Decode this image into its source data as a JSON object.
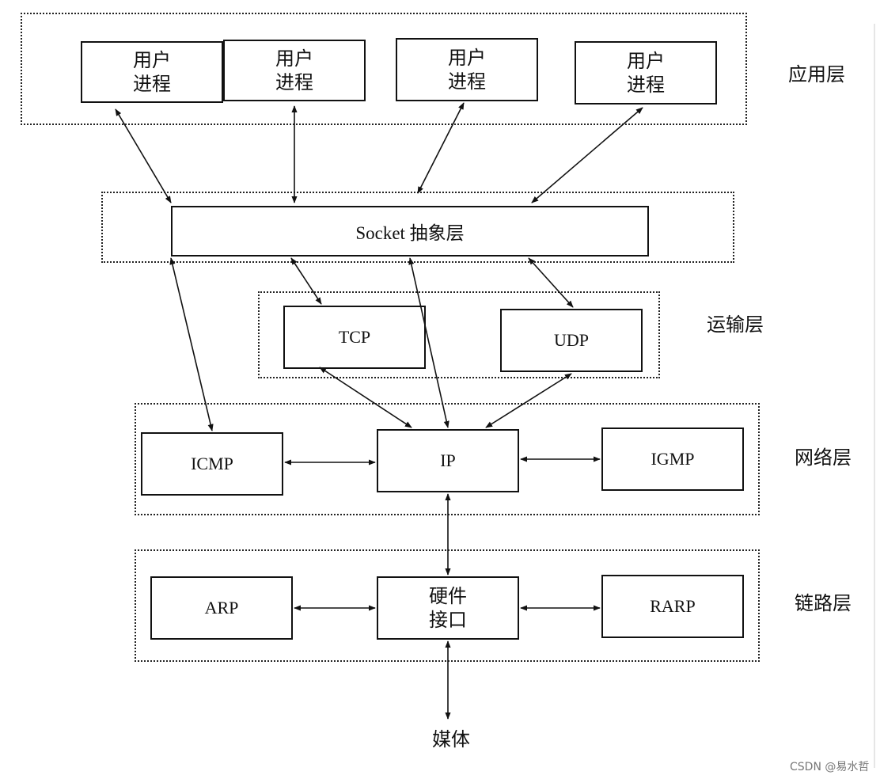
{
  "layers": {
    "application": "应用层",
    "transport": "运输层",
    "network": "网络层",
    "link": "链路层"
  },
  "app_processes": [
    {
      "line1": "用户",
      "line2": "进程"
    },
    {
      "line1": "用户",
      "line2": "进程"
    },
    {
      "line1": "用户",
      "line2": "进程"
    },
    {
      "line1": "用户",
      "line2": "进程"
    }
  ],
  "socket": "Socket 抽象层",
  "transport": {
    "tcp": "TCP",
    "udp": "UDP"
  },
  "network": {
    "icmp": "ICMP",
    "ip": "IP",
    "igmp": "IGMP"
  },
  "link": {
    "arp": "ARP",
    "hardware_line1": "硬件",
    "hardware_line2": "接口",
    "rarp": "RARP"
  },
  "media": "媒体",
  "watermark": "CSDN @易水哲"
}
